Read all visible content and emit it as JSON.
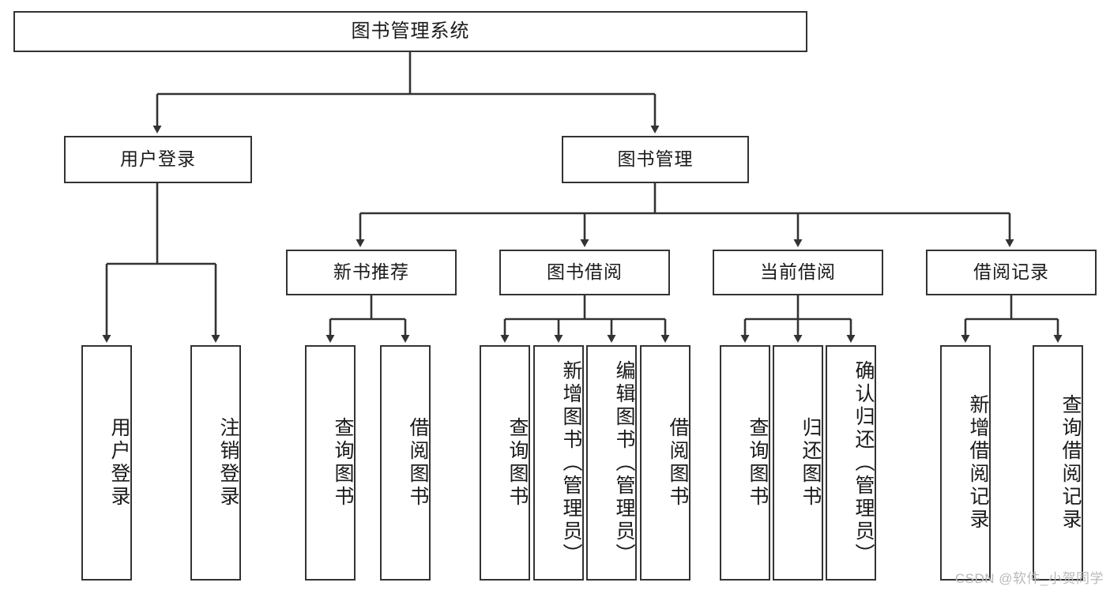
{
  "diagram": {
    "title": "图书管理系统",
    "type": "tree-hierarchy-diagram",
    "colors": {
      "stroke": "#333333",
      "fill": "#ffffff",
      "text": "#1a1a1a",
      "watermark": "#b9b9b9"
    },
    "root": {
      "label": "图书管理系统"
    },
    "level2": [
      {
        "label": "用户登录"
      },
      {
        "label": "图书管理"
      }
    ],
    "level3": [
      {
        "label": "新书推荐"
      },
      {
        "label": "图书借阅"
      },
      {
        "label": "当前借阅"
      },
      {
        "label": "借阅记录"
      }
    ],
    "leaves": {
      "user_login": [
        {
          "label": "用户登录"
        },
        {
          "label": "注销登录"
        }
      ],
      "new_book": [
        {
          "label": "查询图书"
        },
        {
          "label": "借阅图书"
        }
      ],
      "book_borrow": [
        {
          "label": "查询图书"
        },
        {
          "label": "新增图书（管理员）"
        },
        {
          "label": "编辑图书（管理员）"
        },
        {
          "label": "借阅图书"
        }
      ],
      "current_borrow": [
        {
          "label": "查询图书"
        },
        {
          "label": "归还图书"
        },
        {
          "label": "确认归还（管理员）"
        }
      ],
      "borrow_record": [
        {
          "label": "新增借阅记录"
        },
        {
          "label": "查询借阅记录"
        }
      ]
    }
  },
  "watermark": {
    "text": "CSDN @软件_小贺同学"
  }
}
